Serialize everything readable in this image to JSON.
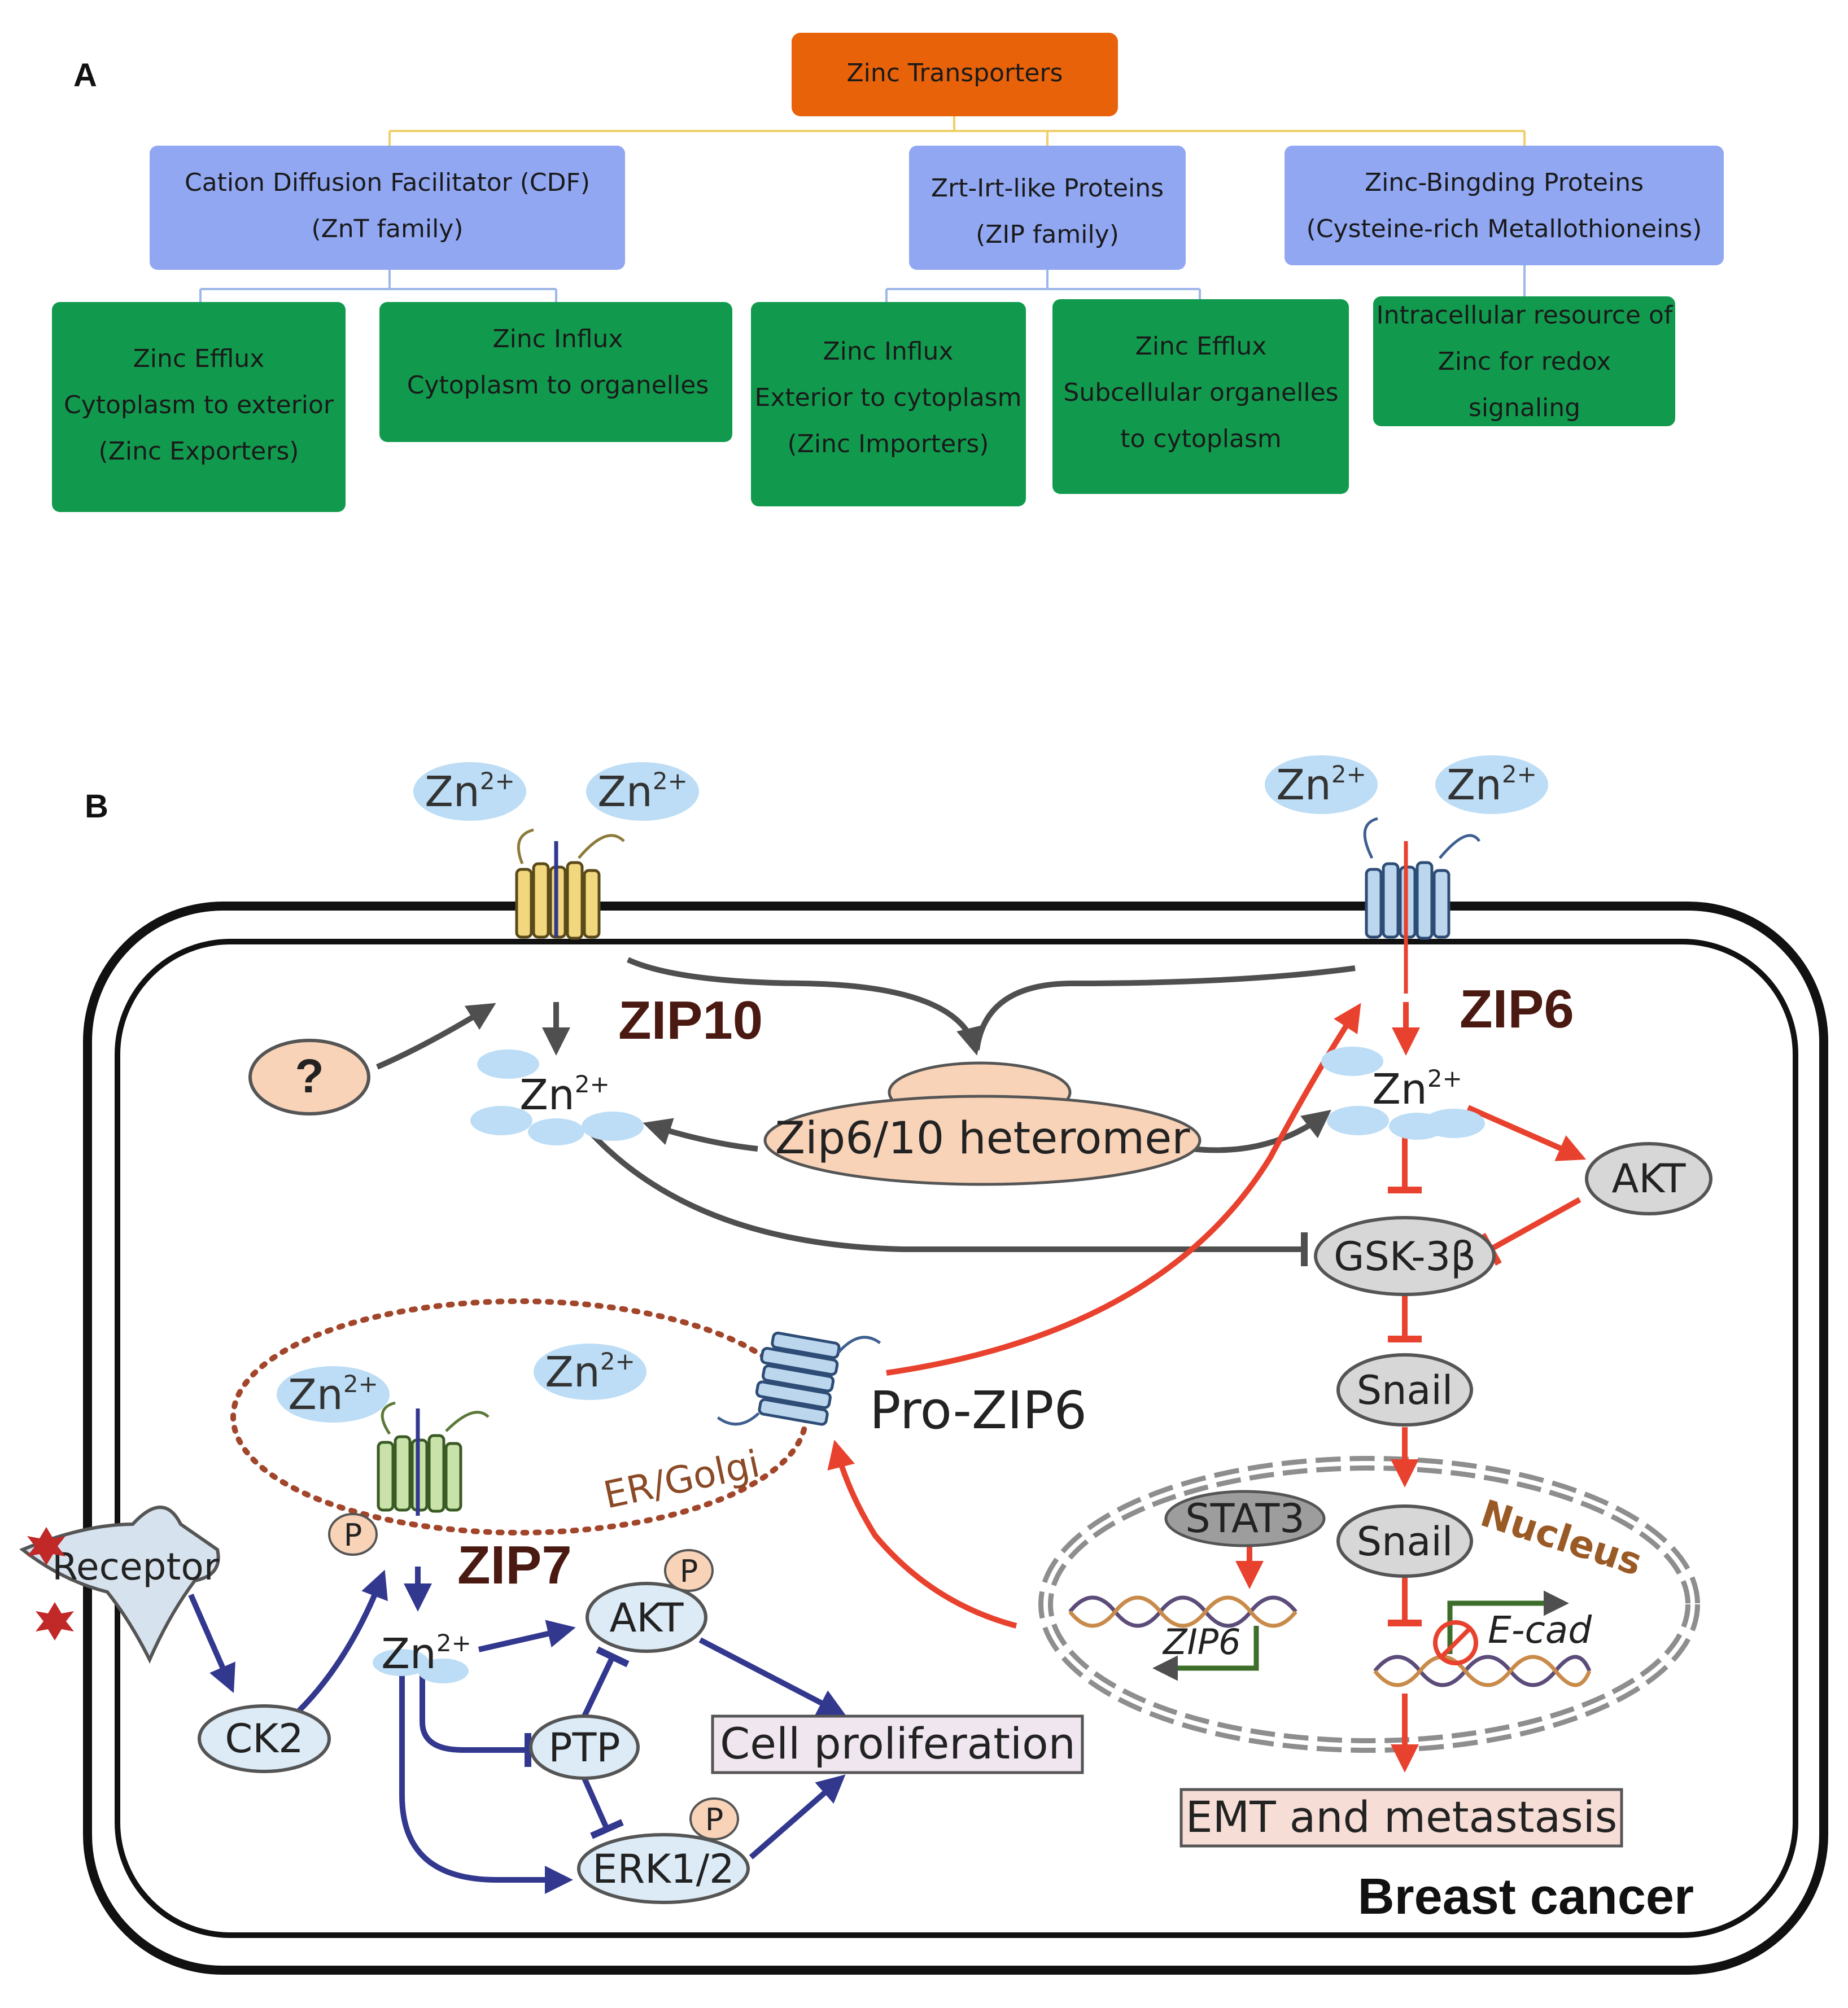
{
  "panel_a": {
    "label": "A",
    "root": "Zinc Transporters",
    "families": [
      {
        "lines": [
          "Cation Diffusion Facilitator (CDF)",
          "(ZnT family)"
        ]
      },
      {
        "lines": [
          "Zrt-Irt-like Proteins",
          "(ZIP family)"
        ]
      },
      {
        "lines": [
          "Zinc-Bingding Proteins",
          "(Cysteine-rich Metallothioneins)"
        ]
      }
    ],
    "roles": [
      {
        "lines": [
          "Zinc Efflux",
          "Cytoplasm to exterior",
          "(Zinc Exporters)"
        ]
      },
      {
        "lines": [
          "Zinc Influx",
          "Cytoplasm to organelles"
        ]
      },
      {
        "lines": [
          "Zinc Influx",
          "Exterior to cytoplasm",
          "(Zinc Importers)"
        ]
      },
      {
        "lines": [
          "Zinc Efflux",
          "Subcellular organelles",
          "to cytoplasm"
        ]
      },
      {
        "lines": [
          "Intracellular resource of",
          "Zinc for redox",
          "signaling"
        ]
      }
    ],
    "colors": {
      "root": "#E8620A",
      "family": "#91A7F2",
      "role": "#119A4E",
      "connector_gold": "#F0CF6A",
      "connector_blue": "#9DB7E8"
    }
  },
  "panel_b": {
    "label": "B",
    "zn_base": "Zn",
    "zn_charge": "2+",
    "zip10": "ZIP10",
    "zip6": "ZIP6",
    "zip7": "ZIP7",
    "unknown": "?",
    "heteromer": "Zip6/10 heteromer",
    "akt": "AKT",
    "gsk": "GSK-3β",
    "snail": "Snail",
    "nucleus": "Nucleus",
    "stat3": "STAT3",
    "zip6_gene": "ZIP6",
    "ecad_gene": "E-cad",
    "emt": "EMT and metastasis",
    "er_golgi": "ER/Golgi",
    "pro_zip6": "Pro-ZIP6",
    "receptor": "Receptor",
    "ck2": "CK2",
    "p": "P",
    "ptp": "PTP",
    "erk": "ERK1/2",
    "cell_prolif": "Cell proliferation",
    "breast_cancer": "Breast cancer",
    "colors": {
      "red_path": "#E8422E",
      "blue_path": "#33388F",
      "grey_path": "#4F4F4F",
      "zn_bubble": "#BCDDF5"
    }
  }
}
